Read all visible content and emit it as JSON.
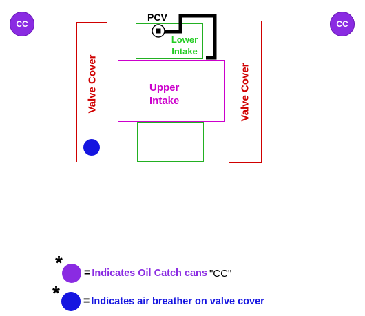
{
  "cc_left": "CC",
  "cc_right": "CC",
  "valve_cover_left": "Valve Cover",
  "valve_cover_right": "Valve Cover",
  "lower_intake": "Lower Intake",
  "upper_intake": "Upper Intake",
  "pcv": "PCV",
  "legend": {
    "star": "*",
    "equals": "=",
    "oil_catch_text": "Indicates Oil Catch cans ",
    "oil_catch_quote": "\"CC\"",
    "breather_text": "Indicates air breather on valve cover"
  },
  "colors": {
    "catch_can": "#8a2be2",
    "breather": "#1515e0",
    "valve_cover": "#d00000",
    "lower_intake": "#22cc22",
    "upper_intake": "#cc00cc",
    "pcv_line": "#000000"
  }
}
